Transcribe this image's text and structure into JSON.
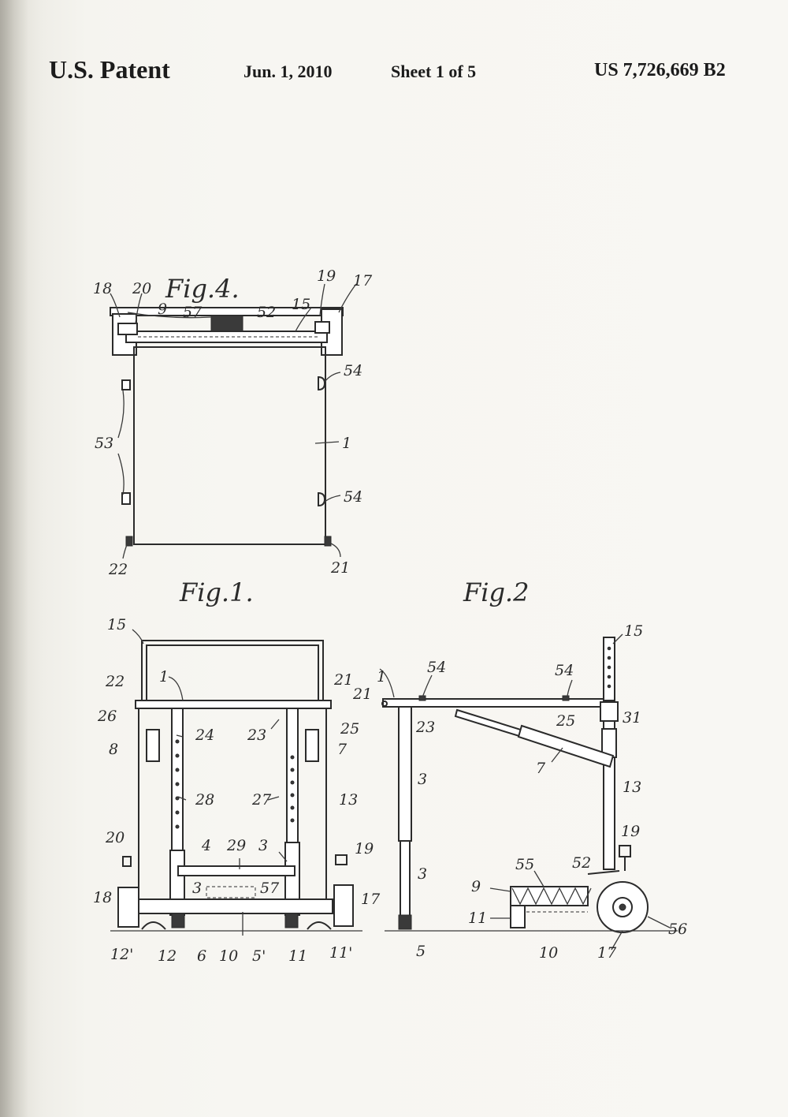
{
  "header": {
    "left": "U.S. Patent",
    "date": "Jun. 1, 2010",
    "sheet": "Sheet 1 of 5",
    "patent_number": "US 7,726,669 B2"
  },
  "figures": {
    "fig4": {
      "title": "Fig.4.",
      "refs": [
        "18",
        "20",
        "9",
        "57",
        "52",
        "15",
        "19",
        "17",
        "54",
        "53",
        "1",
        "54",
        "22",
        "21"
      ]
    },
    "fig1": {
      "title": "Fig.1.",
      "refs": [
        "15",
        "22",
        "1",
        "21",
        "21",
        "26",
        "24",
        "23",
        "25",
        "8",
        "7",
        "28",
        "27",
        "13",
        "20",
        "4",
        "29",
        "3",
        "19",
        "18",
        "3",
        "57",
        "17",
        "12'",
        "12",
        "6",
        "10",
        "5'",
        "11",
        "11'"
      ]
    },
    "fig2": {
      "title": "Fig.2",
      "refs": [
        "15",
        "54",
        "54",
        "1",
        "23",
        "25",
        "31",
        "7",
        "3",
        "13",
        "19",
        "55",
        "52",
        "3",
        "9",
        "11",
        "56",
        "5",
        "10",
        "17"
      ]
    }
  }
}
